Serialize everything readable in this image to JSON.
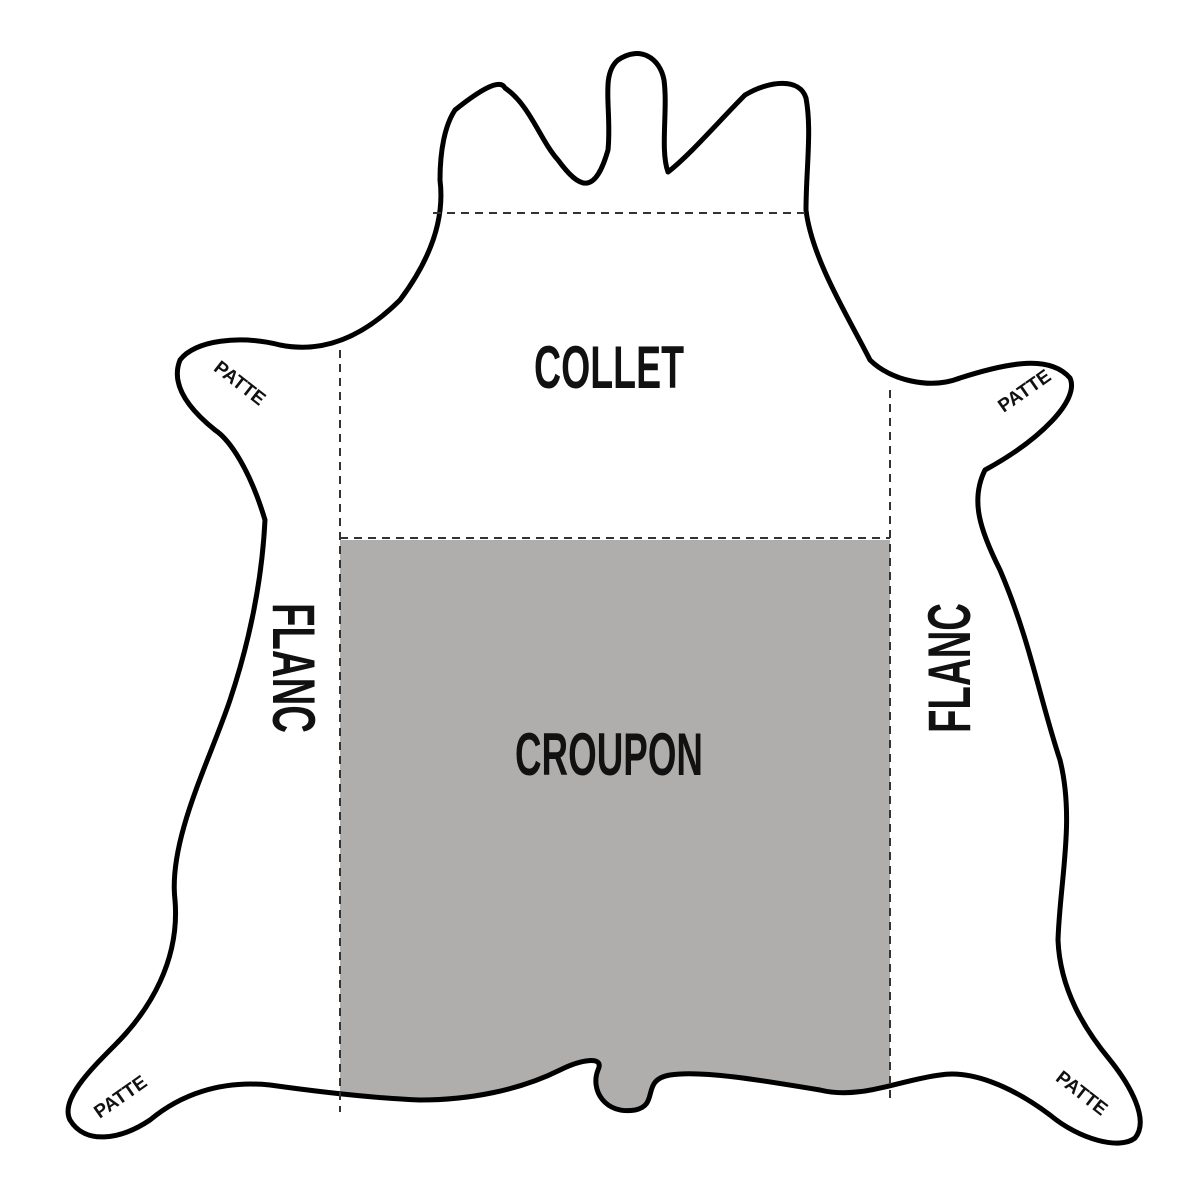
{
  "colors": {
    "background": "#ffffff",
    "outline": "#000000",
    "croupon_fill": "#b0aeac",
    "dash": "#333333"
  },
  "regions": {
    "collet": "COLLET",
    "croupon": "CROUPON",
    "flanc_left": "FLANC",
    "flanc_right": "FLANC"
  },
  "paws": {
    "top_left": "PATTE",
    "top_right": "PATTE",
    "bottom_left": "PATTE",
    "bottom_right": "PATTE"
  }
}
